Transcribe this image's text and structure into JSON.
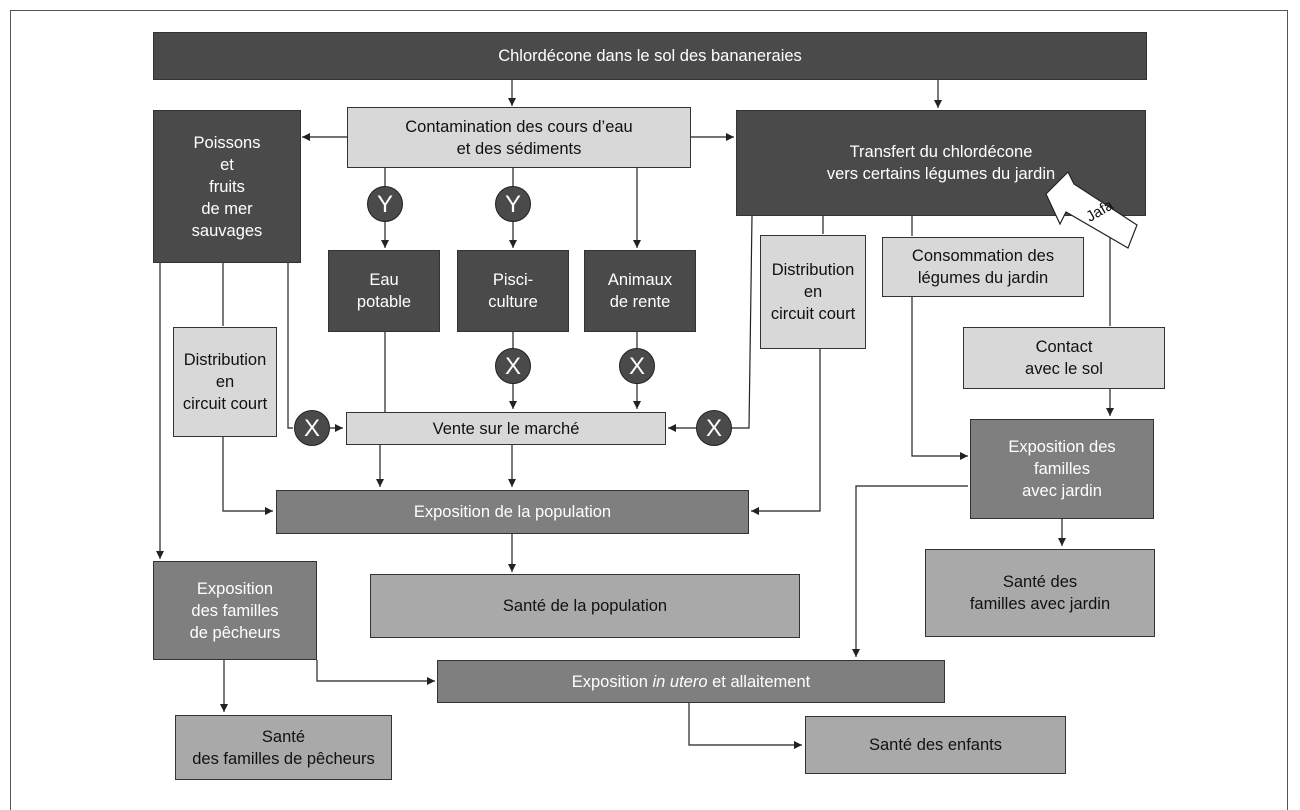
{
  "nodes": {
    "source": "Chlordécone dans le sol des bananeraies",
    "contamination": "Contamination des cours d’eau\net des sédiments",
    "transfert": "Transfert du chlordécone\nvers certains légumes du jardin",
    "poissons": "Poissons\net\nfruits\nde mer\nsauvages",
    "eau": "Eau\npotable",
    "pisci": "Pisci-\nculture",
    "animaux": "Animaux\nde rente",
    "distrib_left": "Distribution\nen\ncircuit court",
    "distrib_mid": "Distribution\nen\ncircuit court",
    "conso": "Consommation des\nlégumes du jardin",
    "contact": "Contact\navec le sol",
    "vente": "Vente sur le marché",
    "expo_pop": "Exposition de la population",
    "expo_familles_jardin": "Exposition des\nfamilles\navec jardin",
    "sante_pop": "Santé de la population",
    "sante_jardin": "Santé des\nfamilles avec jardin",
    "expo_pecheurs": "Exposition\ndes familles\nde pêcheurs",
    "expo_utero_pre": "Exposition ",
    "expo_utero_em": "in utero",
    "expo_utero_post": " et allaitement",
    "sante_pecheurs": "Santé\ndes familles de pêcheurs",
    "sante_enfants": "Santé des enfants"
  },
  "badges": {
    "y1": "Y",
    "y2": "Y",
    "x_pisci": "X",
    "x_animaux": "X",
    "x_left": "X",
    "x_right": "X"
  },
  "jafa_label": "Jafa",
  "colors": {
    "dark": "#4a4a4a",
    "mid": "#7f7f7f",
    "grey": "#a9a9a9",
    "light": "#d8d8d8"
  }
}
